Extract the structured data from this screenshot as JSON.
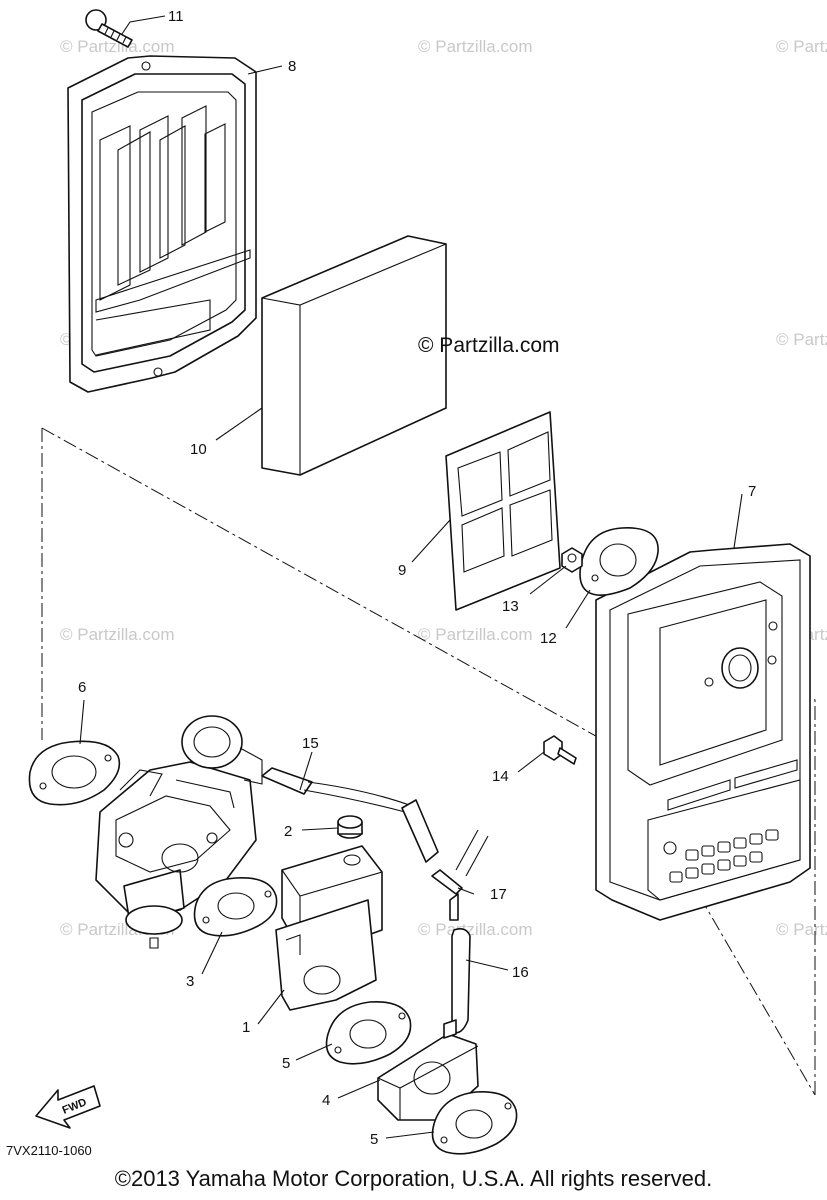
{
  "diagram": {
    "callouts": [
      "11",
      "8",
      "10",
      "9",
      "7",
      "13",
      "12",
      "6",
      "15",
      "14",
      "2",
      "17",
      "3",
      "16",
      "1",
      "5",
      "4",
      "5"
    ],
    "watermark": "© Partzilla.com",
    "center_watermark": "© Partzilla.com",
    "fwd_label": "FWD",
    "doc_code": "7VX2110-1060",
    "copyright": "©2013 Yamaha Motor Corporation, U.S.A. All rights reserved."
  }
}
